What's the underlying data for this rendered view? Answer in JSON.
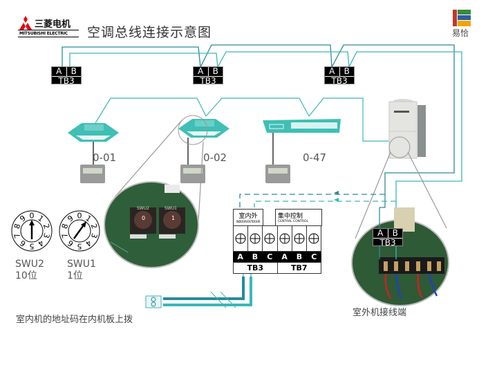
{
  "header": {
    "brand_cn": "三菱电机",
    "brand_en": "MITSUBISHI ELECTRIC",
    "title": "空调总线连接示意图",
    "partner_logo_text": "易恰"
  },
  "colors": {
    "teal_light": "#3ab7b8",
    "teal_dark": "#2a8a9a",
    "unit_teal": "#3fbfb5",
    "gray_line": "#999999",
    "brand_red": "#e60012",
    "logo_red": "#c0392b",
    "logo_green": "#3a8a3a",
    "logo_blue": "#2e5fa0",
    "logo_yellow": "#f0a500"
  },
  "terminal_blocks": [
    {
      "a": "A",
      "b": "B",
      "name": "TB3"
    },
    {
      "a": "A",
      "b": "B",
      "name": "TB3"
    },
    {
      "a": "A",
      "b": "B",
      "name": "TB3"
    },
    {
      "a": "A",
      "b": "B",
      "name": "TB3"
    }
  ],
  "indoor_units": [
    {
      "type": "cassette",
      "address": "0-01"
    },
    {
      "type": "cassette",
      "address": "0-02"
    },
    {
      "type": "ducted",
      "address": "0-47"
    }
  ],
  "rotary_switches": [
    {
      "name": "SWU2",
      "digit": "10位",
      "dial": [
        "0",
        "1",
        "2",
        "3",
        "4",
        "5",
        "6",
        "7",
        "8",
        "9"
      ],
      "value": 0
    },
    {
      "name": "SWU1",
      "digit": "1位",
      "dial": [
        "0",
        "1",
        "2",
        "3",
        "4",
        "5",
        "6",
        "7",
        "8",
        "9"
      ],
      "value": 1
    }
  ],
  "pcb_zoom": {
    "swu2_label": "SWU2",
    "swu1_label": "SWU1",
    "swu2_value": "0",
    "swu1_value": "1"
  },
  "terminal_panel": {
    "group1_cn": "室内外",
    "group1_en": "INDOOR/OUTDOOR",
    "group2_cn": "集中控制",
    "group2_en": "CENTRAL CONTROL",
    "pins": [
      "A",
      "B",
      "C",
      "A",
      "B",
      "C"
    ],
    "block1": "TB3",
    "block2": "TB7"
  },
  "captions": {
    "indoor_address": "室内机的地址码在内机板上拨",
    "outdoor_terminal": "室外机接线端"
  }
}
